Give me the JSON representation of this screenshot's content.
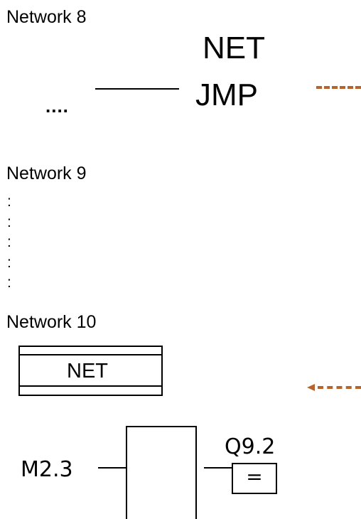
{
  "network8": {
    "title": "Network 8",
    "ellipsis": "....",
    "instruction_line1": "NET",
    "instruction_line2": "JMP"
  },
  "network9": {
    "title": "Network 9",
    "continuation": ":\n:\n:\n:\n:"
  },
  "network10": {
    "title": "Network 10",
    "label_box": "NET",
    "input_address": "M2.3",
    "output_address": "Q9.2",
    "coil_symbol": "="
  },
  "colors": {
    "jump_arrow": "#b5642b",
    "lines": "#000000",
    "background": "#ffffff"
  }
}
